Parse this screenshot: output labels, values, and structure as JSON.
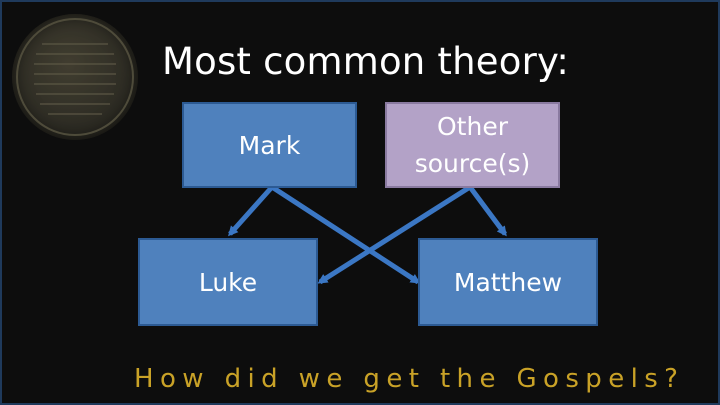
{
  "title": "Most common theory:",
  "nodes": {
    "mark": "Mark",
    "other_line1": "Other",
    "other_line2": "source(s)",
    "luke": "Luke",
    "matthew": "Matthew"
  },
  "edges": [
    {
      "from": "Mark",
      "to": "Luke"
    },
    {
      "from": "Mark",
      "to": "Matthew"
    },
    {
      "from": "Other source(s)",
      "to": "Luke"
    },
    {
      "from": "Other source(s)",
      "to": "Matthew"
    }
  ],
  "footer": "How did we get the Gospels?",
  "colors": {
    "background": "#0d0d0d",
    "box_blue": "#4f81bd",
    "box_purple": "#b3a2c7",
    "arrow": "#3b77c4",
    "footer_text": "#c9a227"
  }
}
